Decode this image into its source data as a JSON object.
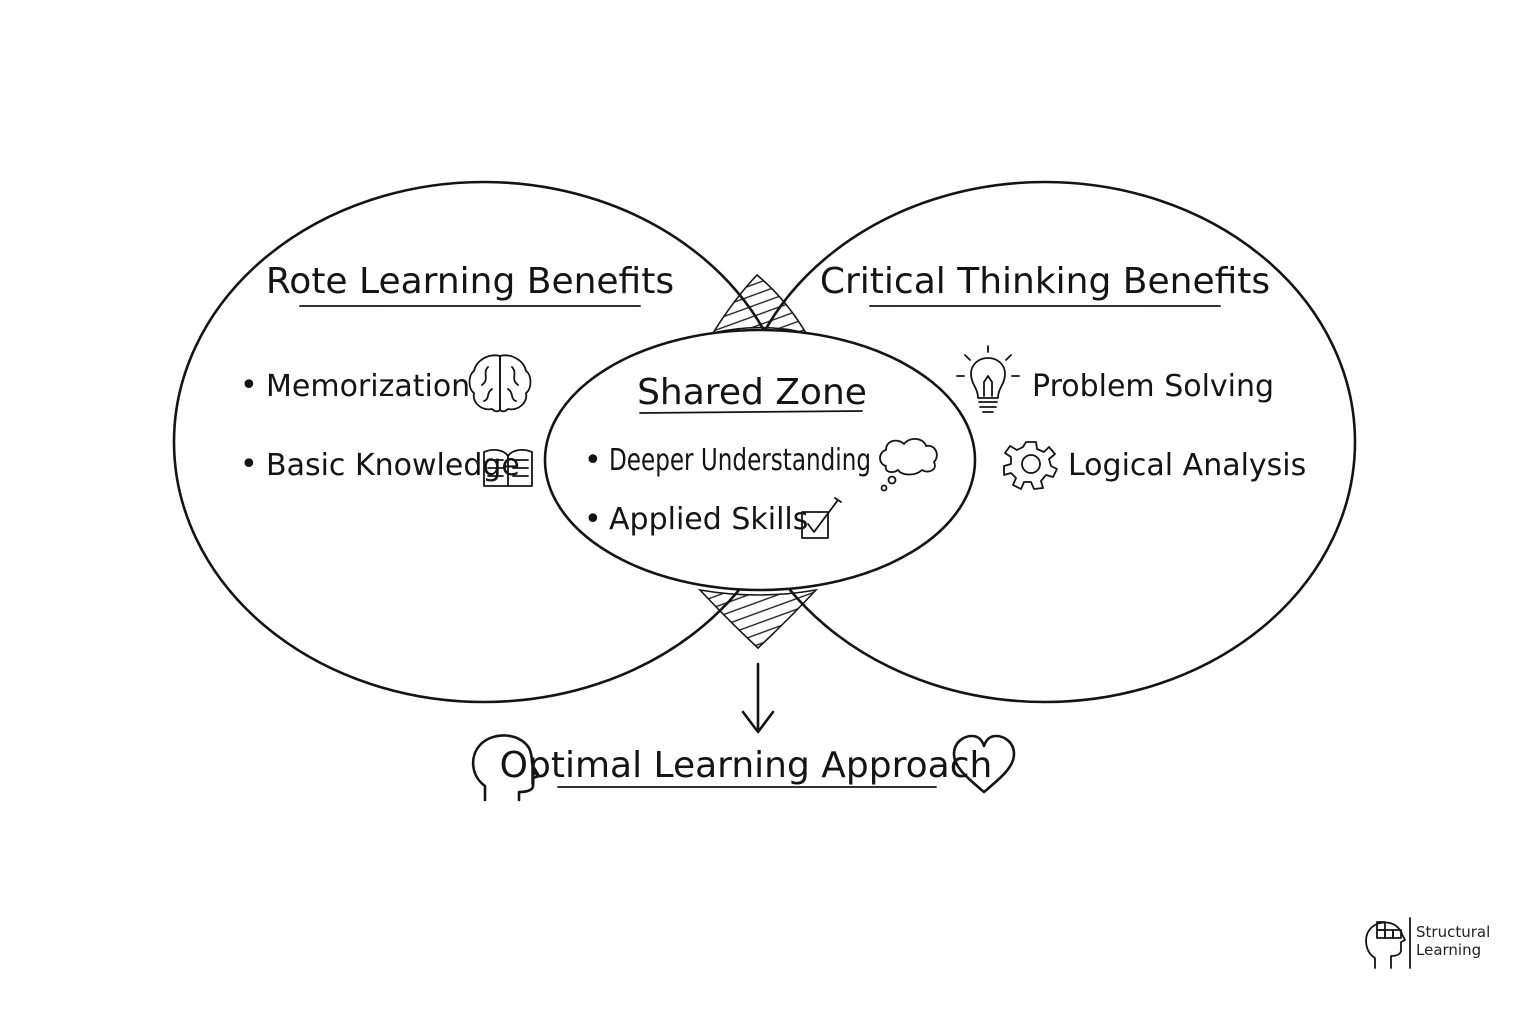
{
  "diagram": {
    "left_circle": {
      "title": "Rote Learning Benefits",
      "items": [
        {
          "label": "Memorization",
          "icon": "brain-icon"
        },
        {
          "label": "Basic Knowledge",
          "icon": "open-book-icon"
        }
      ]
    },
    "right_circle": {
      "title": "Critical Thinking Benefits",
      "items": [
        {
          "label": "Problem Solving",
          "icon": "lightbulb-icon"
        },
        {
          "label": "Logical Analysis",
          "icon": "gear-icon"
        }
      ]
    },
    "shared_zone": {
      "title": "Shared Zone",
      "items": [
        {
          "label": "Deeper Understanding",
          "icon": "thought-cloud-icon"
        },
        {
          "label": "Applied Skills",
          "icon": "checkbox-check-icon"
        }
      ]
    },
    "result": {
      "label": "Optimal Learning Approach",
      "icons": [
        "head-profile-icon",
        "heart-icon"
      ]
    },
    "bullet": "•"
  },
  "logo": {
    "line1": "Structural",
    "line2": "Learning"
  },
  "colors": {
    "ink": "#141414",
    "background": "#ffffff"
  }
}
